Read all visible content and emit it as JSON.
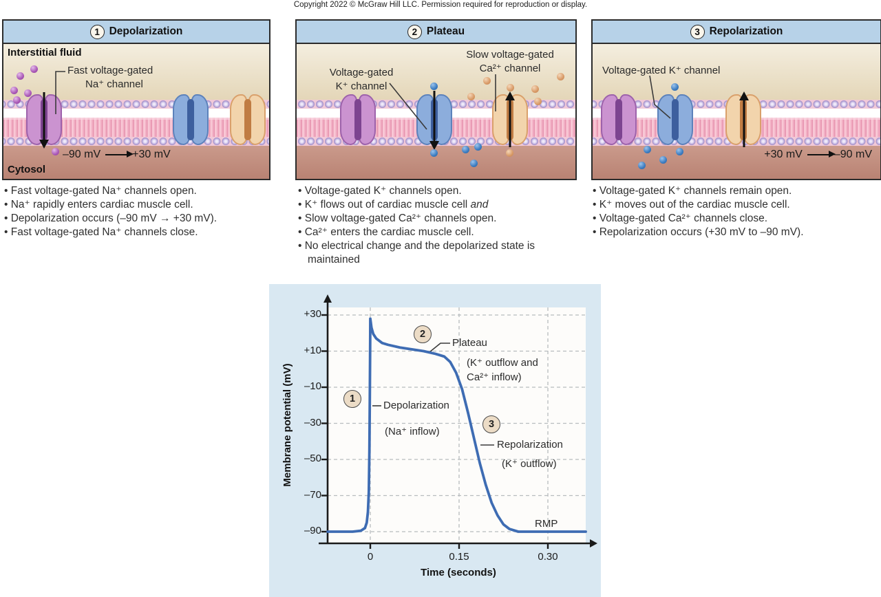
{
  "copyright": "Copyright 2022 © McGraw Hill LLC. Permission required for reproduction or display.",
  "panels": [
    {
      "number": "1",
      "title": "Depolarization",
      "region_top": "Interstitial fluid",
      "region_bottom": "Cytosol",
      "channel_label_line1": "Fast voltage-gated",
      "channel_label_line2": "Na⁺ channel",
      "voltage_from": "–90 mV",
      "voltage_to": "+30 mV",
      "bullets": [
        "Fast voltage-gated Na⁺ channels open.",
        "Na⁺ rapidly enters cardiac muscle cell.",
        "Depolarization occurs (–90 mV → +30 mV).",
        "Fast voltage-gated Na⁺ channels close."
      ]
    },
    {
      "number": "2",
      "title": "Plateau",
      "k_label_line1": "Voltage-gated",
      "k_label_line2": "K⁺ channel",
      "ca_label_line1": "Slow voltage-gated",
      "ca_label_line2": "Ca²⁺ channel",
      "bullet2_italic": "and",
      "bullets": [
        "Voltage-gated K⁺ channels open.",
        "K⁺ flows out of cardiac muscle cell ",
        "Slow voltage-gated Ca²⁺ channels open.",
        "Ca²⁺ enters the cardiac muscle cell.",
        "No electrical change and the depolarized state is maintained"
      ]
    },
    {
      "number": "3",
      "title": "Repolarization",
      "k_label": "Voltage-gated K⁺ channel",
      "voltage_from": "+30 mV",
      "voltage_to": "–90 mV",
      "bullets": [
        "Voltage-gated K⁺ channels remain open.",
        "K⁺ moves out of the cardiac muscle cell.",
        "Voltage-gated Ca²⁺ channels close.",
        "Repolarization occurs (+30 mV to –90 mV)."
      ]
    }
  ],
  "chart_data": {
    "type": "line",
    "title": "",
    "xlabel": "Time (seconds)",
    "ylabel": "Membrane potential (mV)",
    "xlim": [
      -0.072,
      0.364
    ],
    "ylim": [
      -100,
      40
    ],
    "xticks": [
      0,
      0.15,
      0.3
    ],
    "xtick_labels": [
      "0",
      "0.15",
      "0.30"
    ],
    "yticks": [
      30,
      10,
      -10,
      -30,
      -50,
      -70,
      -90
    ],
    "ytick_labels": [
      "+30",
      "+10",
      "–10",
      "–30",
      "–50",
      "–70",
      "–90"
    ],
    "grid": "dashed",
    "legend": "none",
    "rmp_label": "RMP",
    "rmp_value": -90,
    "annotations": [
      {
        "number": "1",
        "label": "Depolarization",
        "sublabel": "(Na⁺ inflow)"
      },
      {
        "number": "2",
        "label": "Plateau",
        "sublabel_lines": [
          "(K⁺ outflow and",
          "Ca²⁺ inflow)"
        ]
      },
      {
        "number": "3",
        "label": "Repolarization",
        "sublabel": "(K⁺ outflow)"
      }
    ],
    "series": [
      {
        "name": "Membrane potential",
        "points": [
          [
            -0.072,
            -90
          ],
          [
            -0.03,
            -90
          ],
          [
            -0.016,
            -89.5
          ],
          [
            -0.009,
            -88
          ],
          [
            -0.006,
            -85
          ],
          [
            -0.004,
            -79
          ],
          [
            -0.0025,
            -68
          ],
          [
            -0.0015,
            -45
          ],
          [
            -0.0008,
            -15
          ],
          [
            -0.0002,
            15
          ],
          [
            0,
            28
          ],
          [
            0.002,
            23
          ],
          [
            0.005,
            19.5
          ],
          [
            0.01,
            17
          ],
          [
            0.02,
            14.5
          ],
          [
            0.03,
            13.5
          ],
          [
            0.05,
            12
          ],
          [
            0.07,
            11
          ],
          [
            0.09,
            10
          ],
          [
            0.11,
            8.5
          ],
          [
            0.125,
            7
          ],
          [
            0.135,
            4
          ],
          [
            0.145,
            -2
          ],
          [
            0.155,
            -11
          ],
          [
            0.165,
            -24
          ],
          [
            0.175,
            -38
          ],
          [
            0.185,
            -52
          ],
          [
            0.195,
            -64
          ],
          [
            0.205,
            -74
          ],
          [
            0.215,
            -81
          ],
          [
            0.225,
            -86
          ],
          [
            0.235,
            -88.5
          ],
          [
            0.25,
            -90
          ],
          [
            0.3,
            -90
          ],
          [
            0.364,
            -90
          ]
        ]
      }
    ]
  }
}
